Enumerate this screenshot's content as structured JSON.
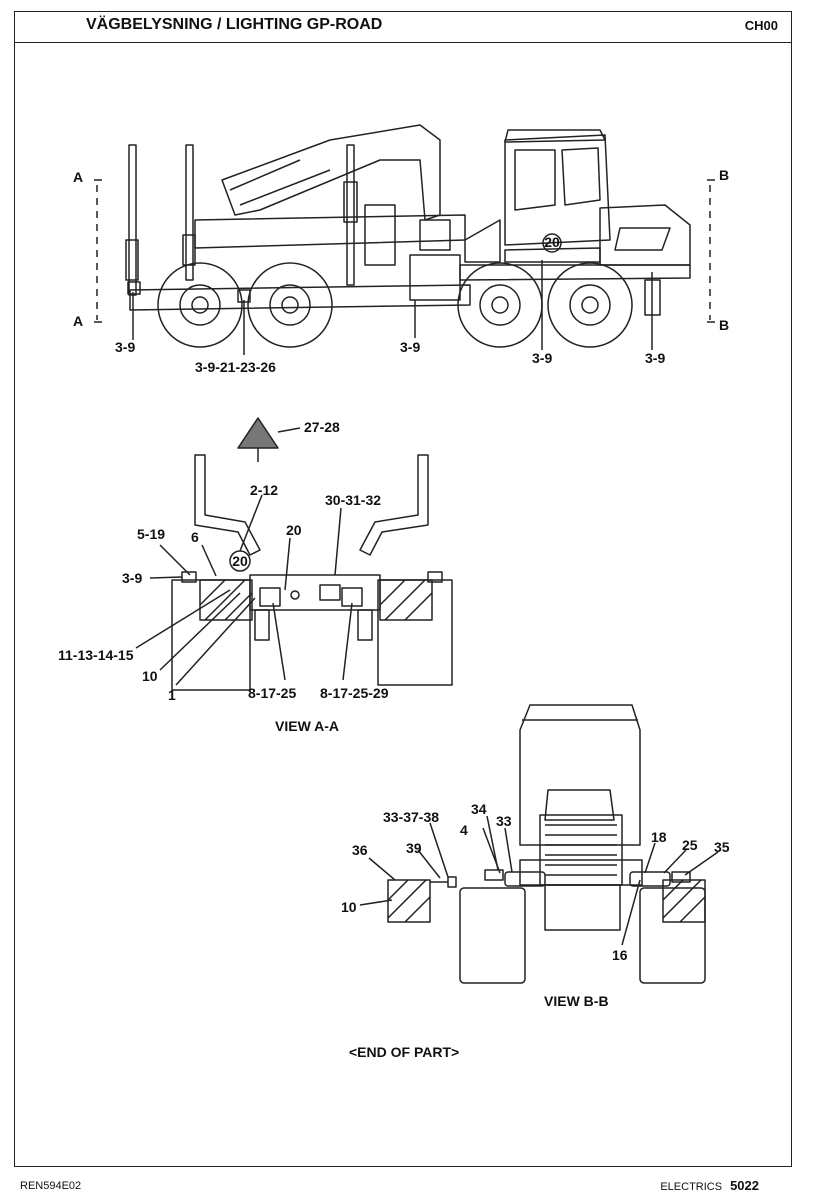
{
  "header": {
    "title": "VÄGBELYSNING / LIGHTING GP-ROAD",
    "code": "CH00"
  },
  "section_markers": {
    "a": "A",
    "b": "B"
  },
  "side_view": {
    "labels": [
      "3-9",
      "3-9-21-23-26",
      "3-9",
      "3-9",
      "3-9"
    ],
    "badge": "20"
  },
  "view_a": {
    "caption": "VIEW A-A",
    "badge": "20",
    "labels": {
      "l2728": "27-28",
      "l212": "2-12",
      "l303132": "30-31-32",
      "l519": "5-19",
      "l6": "6",
      "l20": "20",
      "l39": "3-9",
      "l11131415": "11-13-14-15",
      "l10": "10",
      "l1": "1",
      "l81725": "8-17-25",
      "l8172529": "8-17-25-29"
    }
  },
  "view_b": {
    "caption": "VIEW B-B",
    "labels": {
      "l333738": "33-37-38",
      "l34": "34",
      "l4": "4",
      "l33": "33",
      "l36": "36",
      "l39": "39",
      "l10": "10",
      "l18": "18",
      "l25": "25",
      "l35": "35",
      "l16": "16"
    }
  },
  "end_note": "<END OF PART>",
  "footer": {
    "doc_id": "REN594E02",
    "section": "ELECTRICS",
    "page": "5022"
  }
}
